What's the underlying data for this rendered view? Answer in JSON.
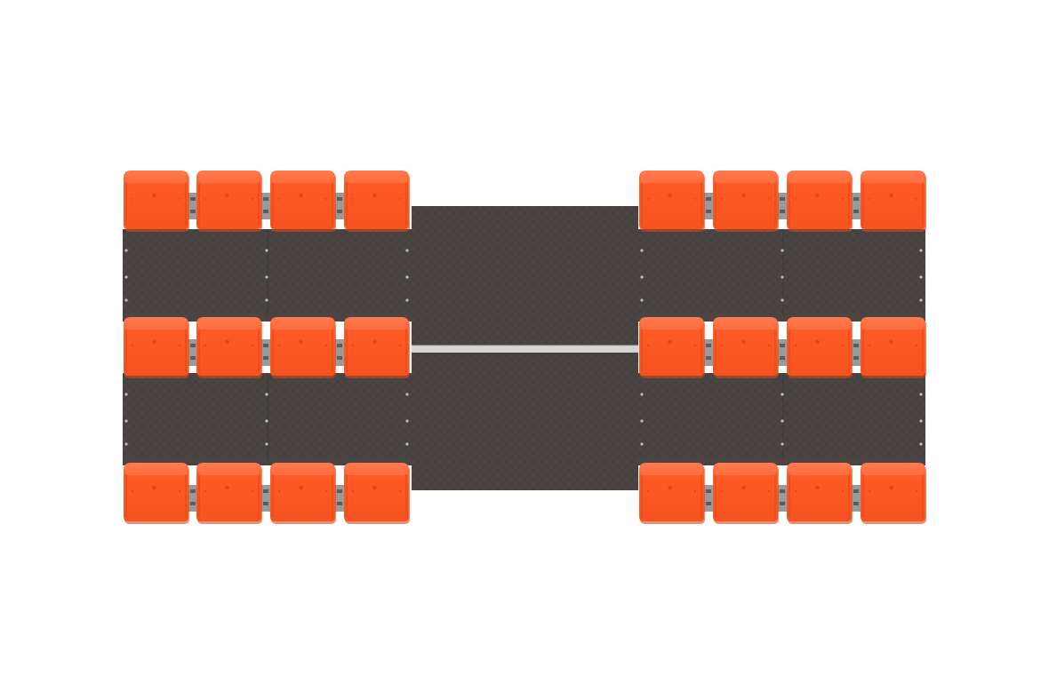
{
  "scene": {
    "subject": "bleacher-seating-top-view",
    "colors": {
      "background": "#ffffff",
      "deck": "#4a4542",
      "deck_pattern": "#3c3835",
      "deck_highlight": "#5a5551",
      "seat": "#ff5a26",
      "seat_shadow": "#d9461a",
      "seat_highlight": "#ff7a4e",
      "frame": "#9a9a9a",
      "frame_dark": "#5c5c5c",
      "rail": "#d6d6d6"
    },
    "sections": [
      {
        "name": "left-section",
        "rows": 3,
        "seats_per_row": 4
      },
      {
        "name": "right-section",
        "rows": 3,
        "seats_per_row": 4
      }
    ],
    "center_walkway": {
      "name": "center-walkway",
      "has_rail": true
    }
  }
}
